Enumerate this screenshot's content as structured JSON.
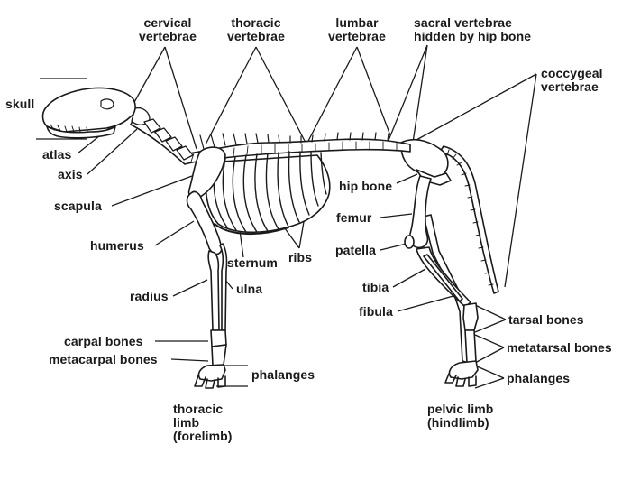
{
  "labels": {
    "cervical": "cervical\nvertebrae",
    "thoracic": "thoracic\nvertebrae",
    "lumbar": "lumbar\nvertebrae",
    "sacral": "sacral vertebrae\nhidden by hip bone",
    "coccygeal": "coccygeal\nvertebrae",
    "skull": "skull",
    "atlas": "atlas",
    "axis": "axis",
    "scapula": "scapula",
    "humerus": "humerus",
    "radius": "radius",
    "ulna": "ulna",
    "sternum": "sternum",
    "ribs": "ribs",
    "carpal": "carpal bones",
    "metacarpal": "metacarpal bones",
    "phalanges_fore": "phalanges",
    "thoracic_limb": "thoracic\nlimb\n(forelimb)",
    "hip_bone": "hip bone",
    "femur": "femur",
    "patella": "patella",
    "tibia": "tibia",
    "fibula": "fibula",
    "tarsal": "tarsal bones",
    "metatarsal": "metatarsal bones",
    "phalanges_hind": "phalanges",
    "pelvic_limb": "pelvic limb\n(hindlimb)"
  },
  "colors": {
    "ink": "#1a1a1a",
    "bone": "#ffffff"
  }
}
